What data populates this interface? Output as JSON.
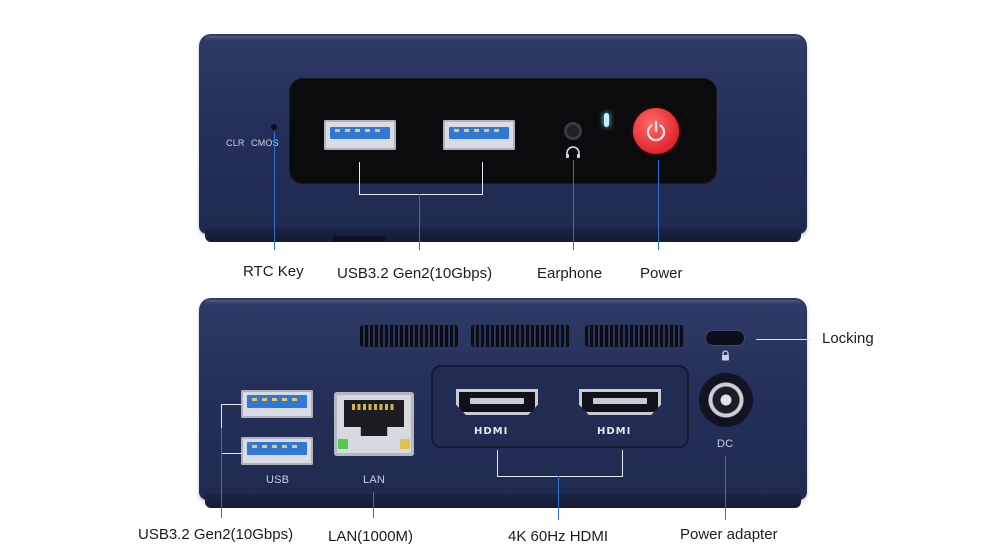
{
  "front": {
    "cmos_label_clr": "CLR",
    "cmos_label_cmos": "CMOS"
  },
  "rear": {
    "usb_label": "USB",
    "lan_label": "LAN",
    "dc_label": "DC",
    "hdmi_logo_1": "HDMI",
    "hdmi_logo_2": "HDMI"
  },
  "callouts": {
    "rtc_key": "RTC Key",
    "front_usb": "USB3.2 Gen2(10Gbps)",
    "earphone": "Earphone",
    "power": "Power",
    "locking": "Locking",
    "rear_usb": "USB3.2 Gen2(10Gbps)",
    "lan": "LAN(1000M)",
    "hdmi": "4K 60Hz HDMI",
    "power_adapter": "Power adapter"
  },
  "colors": {
    "device_body": "#25305a",
    "power_button": "#e1262f",
    "usb_tongue": "#2f78d8",
    "led": "#b8f3ff"
  },
  "icons": [
    "power-icon",
    "headphone-icon",
    "lock-icon"
  ]
}
